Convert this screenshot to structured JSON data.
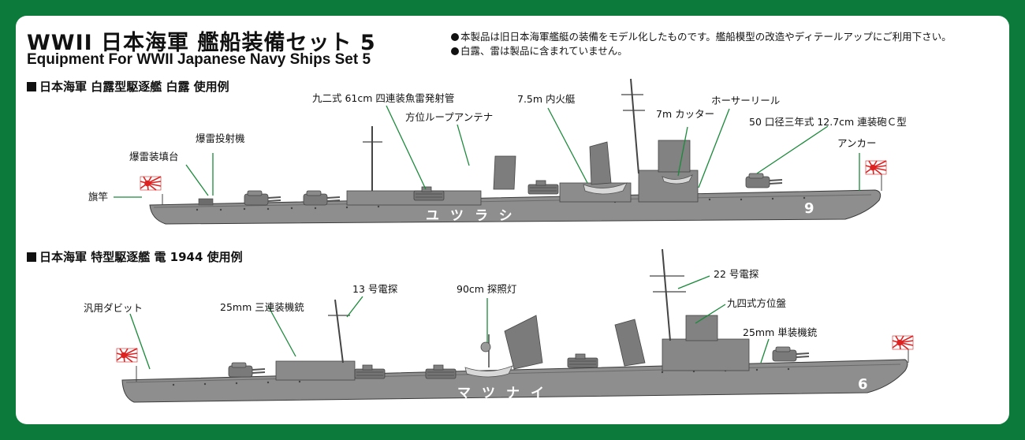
{
  "header": {
    "title_jp": "WWII 日本海軍 艦船装備セット 5",
    "title_en": "Equipment For WWII Japanese Navy Ships Set 5"
  },
  "notes": [
    "本製品は旧日本海軍艦艇の装備をモデル化したものです。艦船模型の改造やディテールアップにご利用下さい。",
    "白露、雷は製品に含まれていません。"
  ],
  "ship1": {
    "section_title": "日本海軍 白露型駆逐艦 白露 使用例",
    "hull_name": "ユツラシ",
    "hull_number": "9",
    "labels": {
      "flagpole": "旗竿",
      "depth_charge_rack": "爆雷装填台",
      "depth_charge_thrower": "爆雷投射機",
      "torpedo_tubes": "九二式 61cm 四連装魚雷発射管",
      "loop_antenna": "方位ループアンテナ",
      "motor_boat": "7.5m 内火艇",
      "cutter": "7m カッター",
      "hawser_reel": "ホーサーリール",
      "main_gun": "50 口径三年式 12.7cm 連装砲Ｃ型",
      "anchor": "アンカー"
    }
  },
  "ship2": {
    "section_title": "日本海軍 特型駆逐艦 電 1944 使用例",
    "hull_name": "マツナイ",
    "hull_number": "6",
    "labels": {
      "davit": "汎用ダビット",
      "triple_mg": "25mm 三連装機銃",
      "radar13": "13 号電探",
      "searchlight": "90cm 探照灯",
      "radar22": "22 号電探",
      "director": "九四式方位盤",
      "single_mg": "25mm 単装機銃"
    }
  },
  "colors": {
    "frame_green": "#0b7a3a",
    "leader_green": "#1a8a3a",
    "hull_gray": "#8e8e8e"
  }
}
